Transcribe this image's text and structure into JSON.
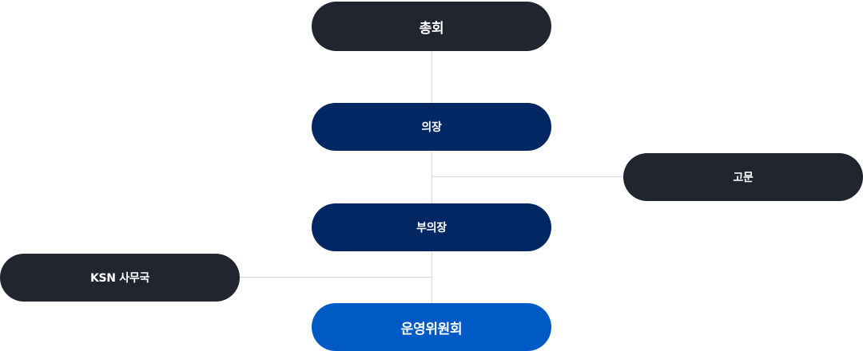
{
  "org_chart": {
    "nodes": {
      "general_assembly": "총회",
      "chairman": "의장",
      "advisor": "고문",
      "vice_chairman": "부의장",
      "secretariat": "KSN 사무국",
      "steering_committee": "운영위원회"
    },
    "colors": {
      "dark": "#212530",
      "navy": "#022763",
      "blue": "#005ac6",
      "connector": "#d9dde3"
    }
  }
}
